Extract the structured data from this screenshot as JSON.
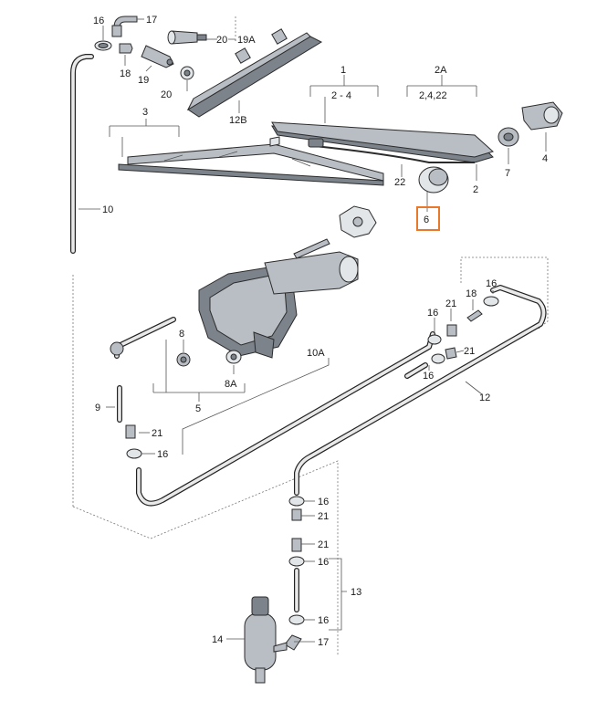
{
  "labels": {
    "l1": "1",
    "l2": "2",
    "l2a": "2A",
    "l2_4": "2 - 4",
    "l2a_sub": "2,4,22",
    "l3": "3",
    "l4": "4",
    "l5": "5",
    "l6": "6",
    "l7": "7",
    "l8": "8",
    "l8a": "8A",
    "l9": "9",
    "l10": "10",
    "l10a": "10A",
    "l12": "12",
    "l12b": "12B",
    "l13": "13",
    "l14": "14",
    "l16": "16",
    "l17": "17",
    "l18": "18",
    "l19": "19",
    "l19a": "19A",
    "l20": "20",
    "l21": "21",
    "l22": "22"
  },
  "highlight": {
    "part": "6",
    "color": "#e8792b"
  }
}
